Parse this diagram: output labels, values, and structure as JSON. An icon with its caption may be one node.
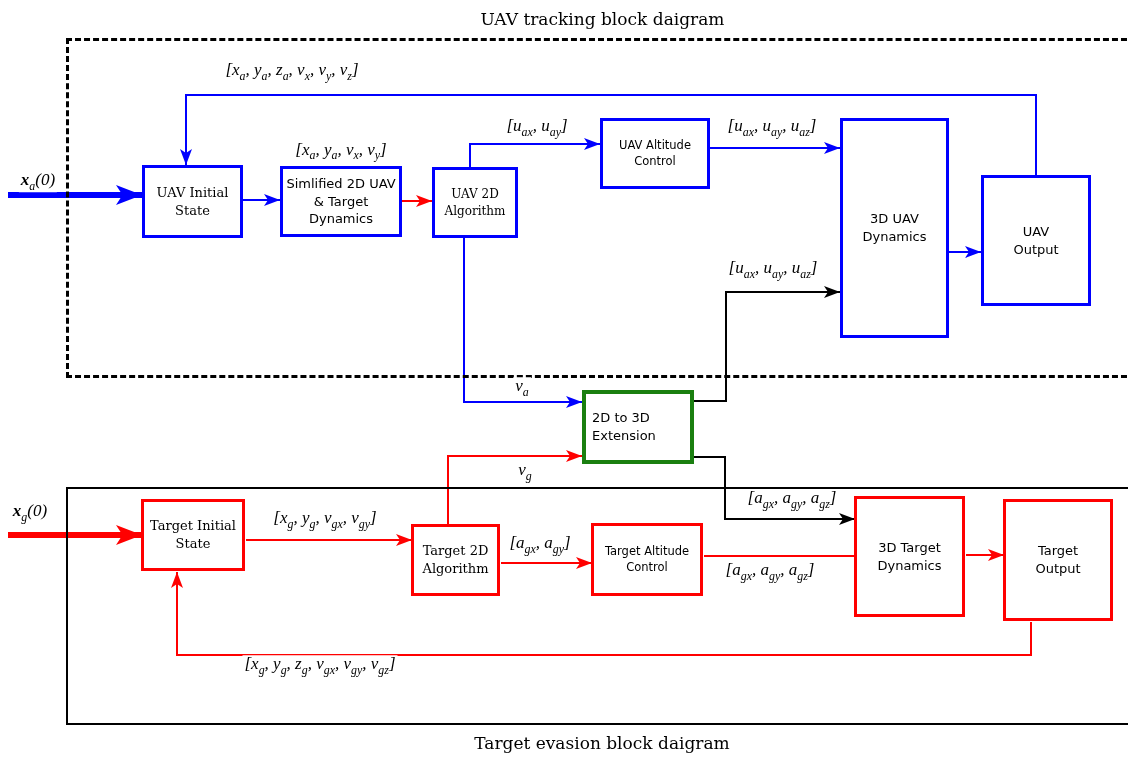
{
  "diagram": {
    "nodes": [
      {
        "text": [
          "UAV tracking block daigram"
        ]
      },
      {
        "text": [
          "UAV Initial State"
        ],
        "in": 0
      },
      {
        "text": [
          "Simlified 2D UAV & Target Dynamics"
        ],
        "in": 0,
        "beside": [
          "[x$_{a}$, y$_{a}$, v$_{x}$, v$_{y}$]"
        ]
      },
      {
        "text": [
          "UAV 2D Algorithm"
        ],
        "in": 0
      },
      {
        "text": [
          "UAV Altitude Control"
        ],
        "in": 0
      },
      {
        "text": [
          "3D UAV Dynamics"
        ],
        "in": 0
      },
      {
        "text": [
          "UAV Output"
        ],
        "in": 0
      },
      {
        "text": [
          "2D to 3D Extension"
        ]
      },
      {
        "text": [
          "Target evasion block daigram"
        ]
      },
      {
        "text": [
          "Target Initial State"
        ],
        "in": 8
      },
      {
        "text": [
          "Target 2D Algorithm"
        ],
        "in": 8
      },
      {
        "text": [
          "Target Altitude Control"
        ],
        "in": 8
      },
      {
        "text": [
          "3D Target Dynamics"
        ],
        "in": 8
      },
      {
        "text": [
          "Target Output"
        ],
        "in": 8
      }
    ],
    "edges": [
      {
        "from": null,
        "to": 1,
        "arrow": "to",
        "label": "**x**$_{a}$(0)",
        "style": "thick",
        "color": "#0000ff"
      },
      {
        "from": 1,
        "to": 2,
        "arrow": "to",
        "color": "#0000ff"
      },
      {
        "from": 2,
        "to": 3,
        "arrow": "to",
        "color": "#ff0000"
      },
      {
        "from": 3,
        "to": 4,
        "arrow": "to",
        "label": "[u$_{ax}$, u$_{ay}$]",
        "color": "#0000ff"
      },
      {
        "from": 4,
        "to": 5,
        "arrow": "to",
        "label": "[u$_{ax}$, u$_{ay}$, u$_{az}$]",
        "color": "#0000ff"
      },
      {
        "from": 5,
        "to": 6,
        "arrow": "to",
        "color": "#0000ff"
      },
      {
        "from": 6,
        "to": 1,
        "arrow": "to",
        "label": "[x$_{a}$, y$_{a}$, z$_{a}$, v$_{x}$, v$_{y}$, v$_{z}$]",
        "color": "#0000ff"
      },
      {
        "from": 3,
        "to": 7,
        "arrow": "to",
        "label": "v$_{a}$",
        "color": "#0000ff"
      },
      {
        "from": 7,
        "to": 5,
        "arrow": "to",
        "label": "[u$_{ax}$, u$_{ay}$, u$_{az}$]",
        "color": "#000000"
      },
      {
        "from": null,
        "to": 9,
        "arrow": "to",
        "label": "**x**$_{g}$(0)",
        "style": "thick",
        "color": "#ff0000"
      },
      {
        "from": 9,
        "to": 10,
        "arrow": "to",
        "label": "[x$_{g}$, y$_{g}$, v$_{gx}$, v$_{gy}$]",
        "color": "#ff0000"
      },
      {
        "from": 10,
        "to": 7,
        "arrow": "to",
        "label": "v$_{g}$",
        "color": "#ff0000"
      },
      {
        "from": 10,
        "to": 11,
        "arrow": "to",
        "label": "[a$_{gx}$, a$_{gy}$]",
        "color": "#ff0000"
      },
      {
        "from": 11,
        "to": 12,
        "arrow": "none",
        "label": "[a$_{gx}$,  a$_{gy}$,  a$_{gz}$]",
        "color": "#ff0000"
      },
      {
        "from": 7,
        "to": 12,
        "arrow": "to",
        "label": "[a$_{gx}$,  a$_{gy}$,  a$_{gz}$]",
        "color": "#000000"
      },
      {
        "from": 12,
        "to": 13,
        "arrow": "to",
        "color": "#ff0000"
      },
      {
        "from": 13,
        "to": 9,
        "arrow": "to",
        "label": "[x$_{g}$, y$_{g}$, z$_{g}$, v$_{gx}$, v$_{gy}$, v$_{gz}$]",
        "color": "#ff0000"
      }
    ]
  }
}
